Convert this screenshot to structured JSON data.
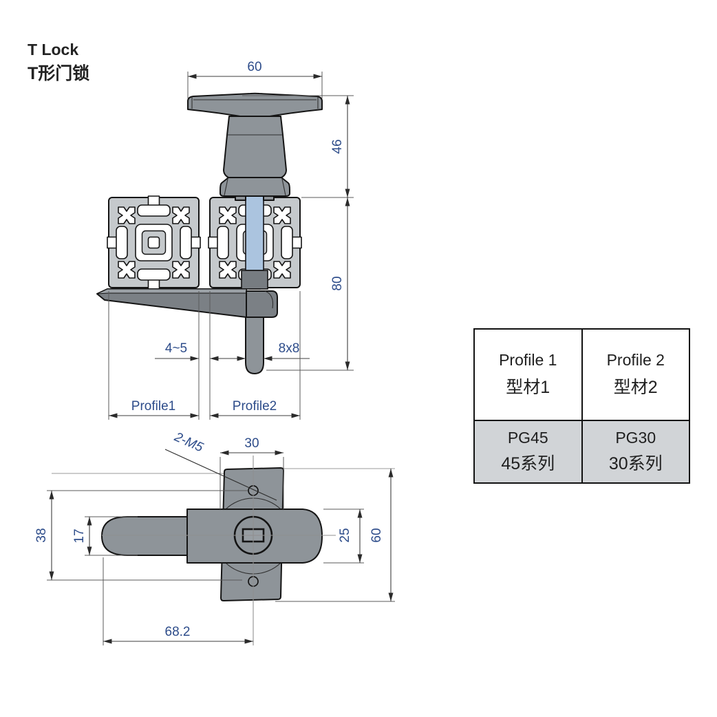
{
  "title": {
    "en": "T Lock",
    "zh": "T形门锁"
  },
  "top_view": {
    "handle_width": "60",
    "handle_height": "46",
    "assembly_height": "80",
    "panel_gap": "4~5",
    "shaft_size": "8x8",
    "profile1_label": "Profile1",
    "profile2_label": "Profile2"
  },
  "front_view": {
    "screw_callout": "2-M5",
    "body_top_width": "30",
    "hole_span": "38",
    "handle_thickness": "17",
    "hub_height": "25",
    "body_height": "60",
    "handle_reach": "68.2"
  },
  "table": {
    "headers": [
      {
        "en": "Profile 1",
        "zh": "型材1"
      },
      {
        "en": "Profile 2",
        "zh": "型材2"
      }
    ],
    "values": [
      {
        "code": "PG45",
        "series": "45系列"
      },
      {
        "code": "PG30",
        "series": "30系列"
      }
    ]
  },
  "colors": {
    "metal_gray": "#8e9499",
    "profile_gray": "#c5c9cc",
    "shaft_blue": "#abc4df",
    "dim_text_blue": "#2d4c8a",
    "table_value_bg": "#d1d4d7"
  }
}
